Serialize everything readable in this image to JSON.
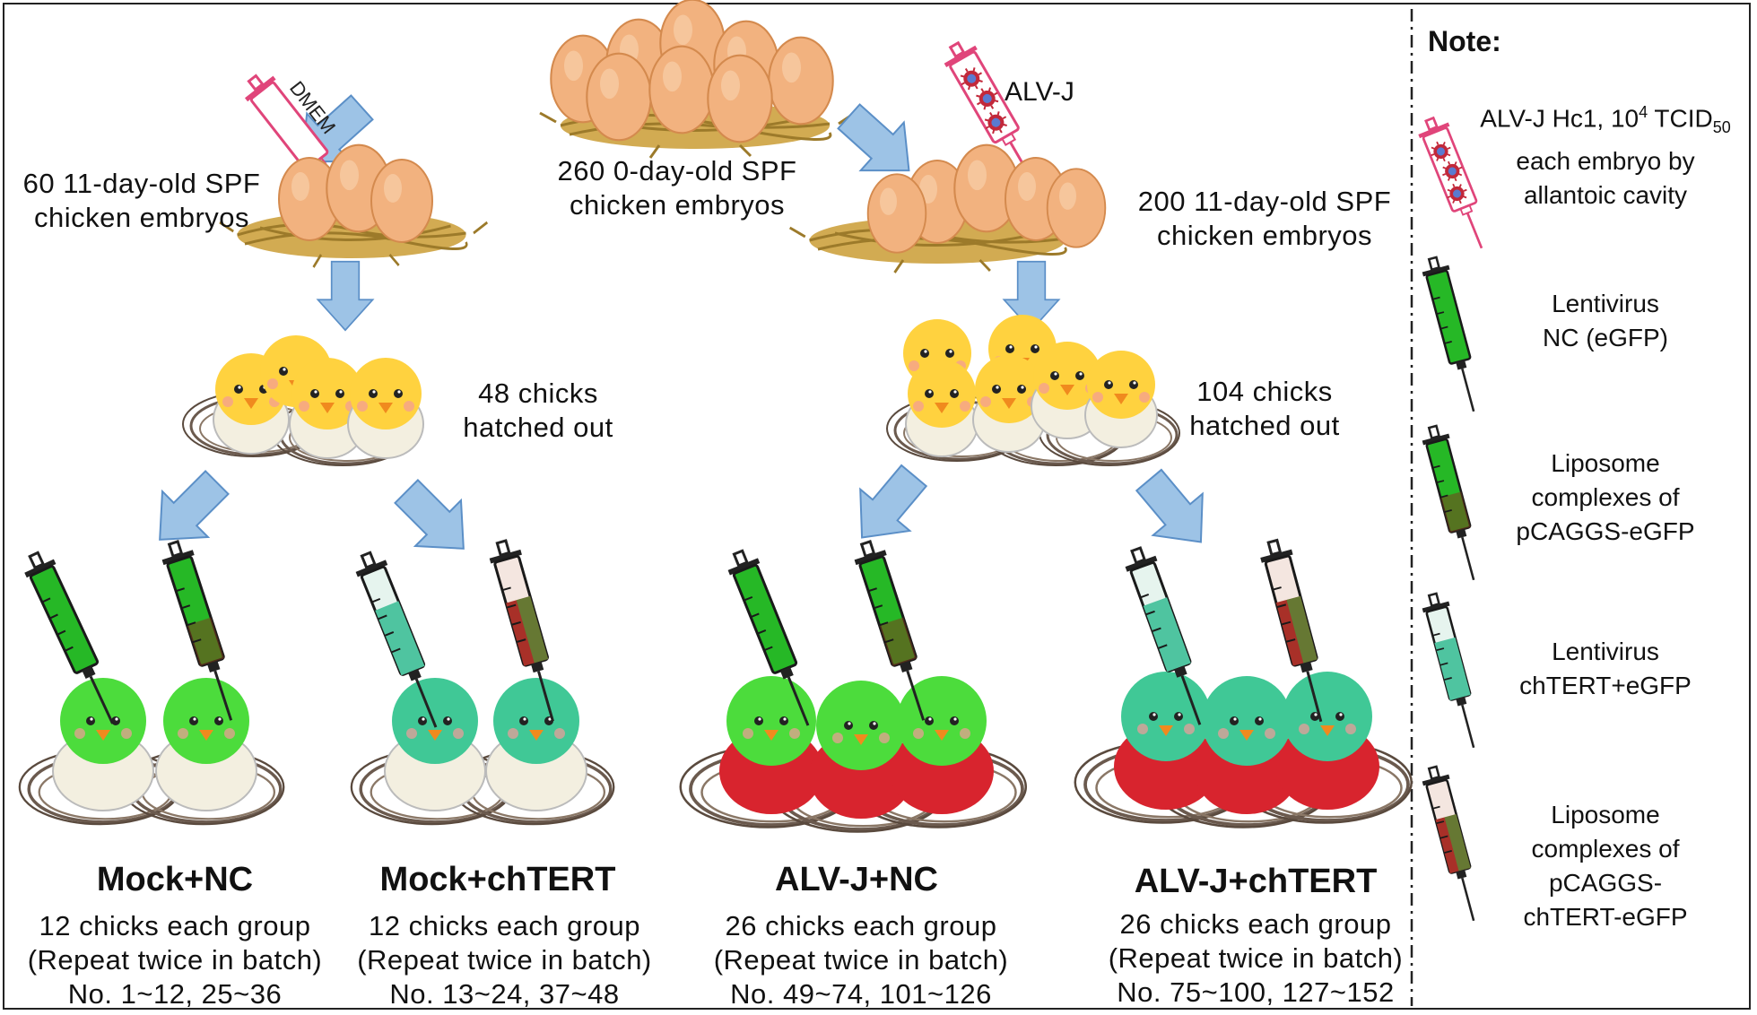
{
  "top": {
    "embryos_total": "260 0-day-old SPF chicken embryos"
  },
  "left_branch": {
    "syringe_label": "DMEM",
    "embryos": "60 11-day-old SPF chicken embryos",
    "hatched": "48 chicks hatched out"
  },
  "right_branch": {
    "syringe_label": "ALV-J",
    "embryos": "200 11-day-old SPF chicken embryos",
    "hatched": "104 chicks hatched out"
  },
  "groups": [
    {
      "name": "Mock+NC",
      "count": "12 chicks each group",
      "repeat": "(Repeat twice in batch)",
      "numbers": "No. 1~12, 25~36"
    },
    {
      "name": "Mock+chTERT",
      "count": "12 chicks each group",
      "repeat": "(Repeat twice in batch)",
      "numbers": "No. 13~24, 37~48"
    },
    {
      "name": "ALV-J+NC",
      "count": "26 chicks each group",
      "repeat": "(Repeat twice in batch)",
      "numbers": "No. 49~74, 101~126"
    },
    {
      "name": "ALV-J+chTERT",
      "count": "26 chicks each group",
      "repeat": "(Repeat twice in batch)",
      "numbers": "No. 75~100, 127~152"
    }
  ],
  "note": {
    "title": "Note:",
    "alvj_prefix": "ALV-J Hc1, 10",
    "alvj_exp": "4",
    "alvj_unit": " TCID",
    "alvj_sub": "50",
    "alvj_line2": "each embryo by",
    "alvj_line3": "allantoic cavity",
    "lenti_nc_1": "Lentivirus",
    "lenti_nc_2": "NC (eGFP)",
    "lipo_egfp_1": "Liposome",
    "lipo_egfp_2": "complexes of",
    "lipo_egfp_3": "pCAGGS-eGFP",
    "lenti_tert_1": "Lentivirus",
    "lenti_tert_2": "chTERT+eGFP",
    "lipo_tert_1": "Liposome",
    "lipo_tert_2": "complexes of",
    "lipo_tert_3": "pCAGGS-",
    "lipo_tert_4": "chTERT-eGFP"
  },
  "colors": {
    "arrow": "#9dc3e6",
    "arrow_stroke": "#5b8fc7",
    "egg": "#f2b27f",
    "nest": "#c9a24a",
    "chick_yellow": "#ffd23f",
    "chick_green": "#4cdc3c",
    "chick_teal": "#40c896",
    "red_egg": "#d8242e",
    "syringe_pink": "#e0457a",
    "syringe_green": "#26b826"
  }
}
